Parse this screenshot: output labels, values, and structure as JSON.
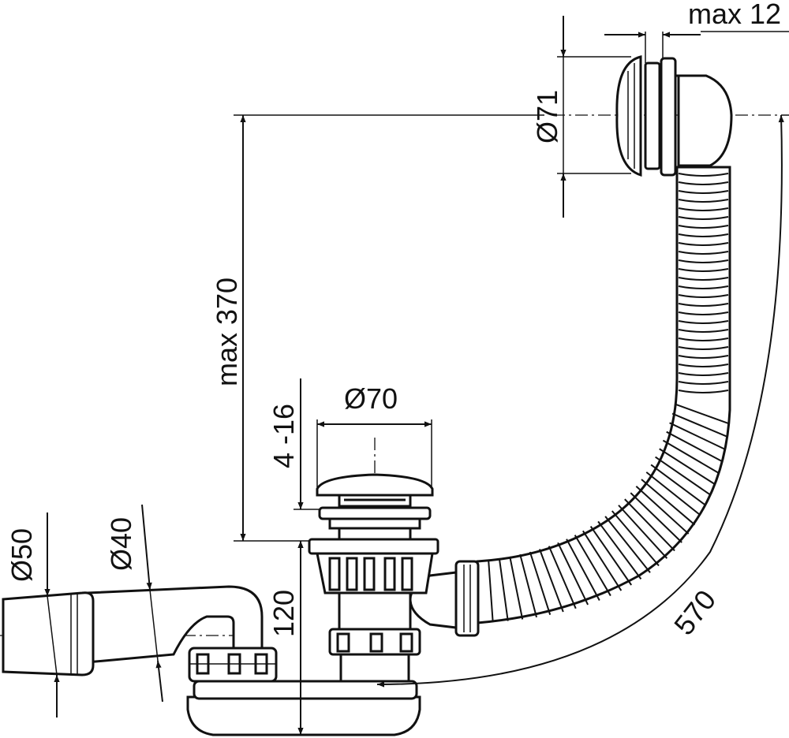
{
  "diagram": {
    "dimensions": {
      "max_12": "max 12",
      "d71": "Ø71",
      "max_370": "max 370",
      "d70": "Ø70",
      "range_4_16": "4 -16",
      "d50": "Ø50",
      "d40": "Ø40",
      "h120": "120",
      "len570": "570"
    }
  }
}
